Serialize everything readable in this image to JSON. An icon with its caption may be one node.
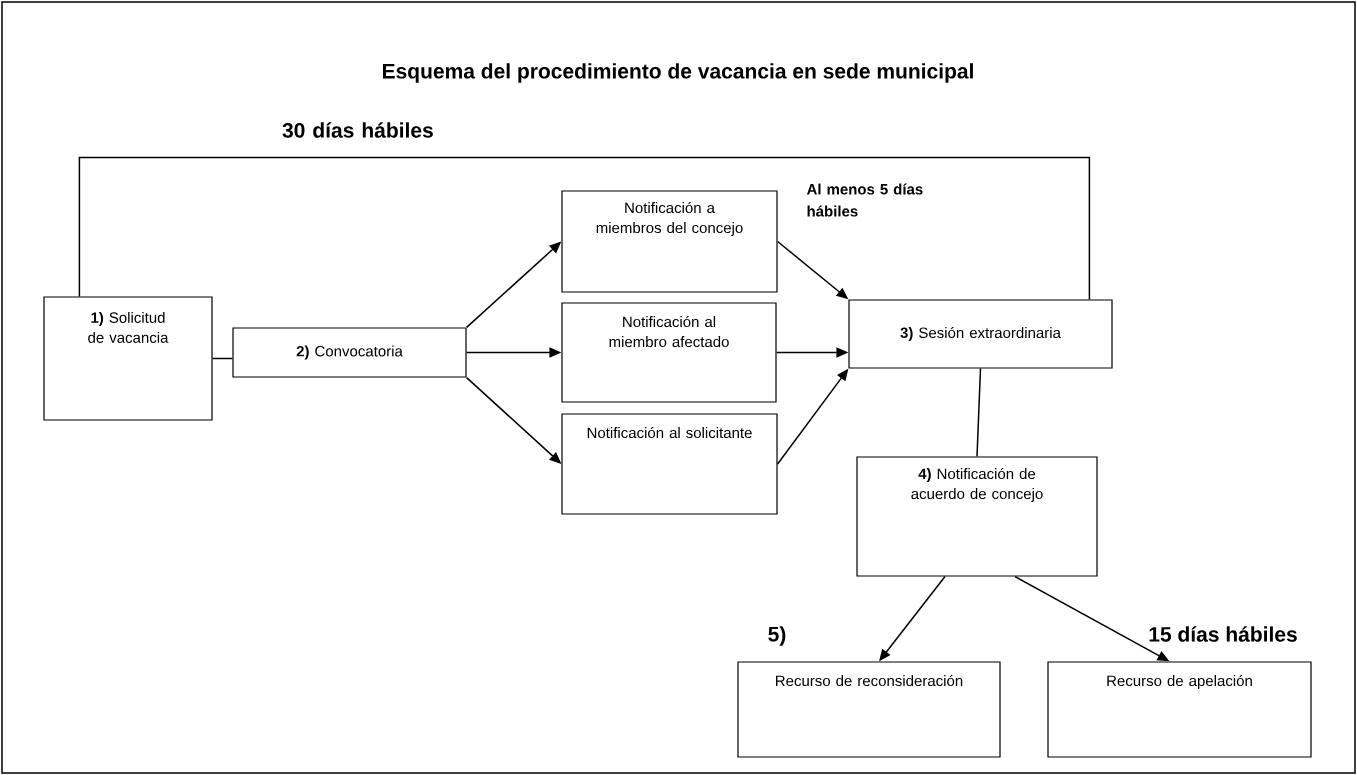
{
  "diagram": {
    "title": "Esquema del procedimiento de vacancia en sede municipal",
    "nodes": [
      {
        "text": [
          "**1)** Solicitud de vacancia"
        ]
      },
      {
        "text": [
          "**2)** Convocatoria"
        ]
      },
      {
        "text": [
          "Notificación a miembros del concejo"
        ]
      },
      {
        "text": [
          "Notificación al miembro afectado"
        ]
      },
      {
        "text": [
          "Notificación al solicitante"
        ]
      },
      {
        "text": [
          "**3)** Sesión extraordinaria"
        ]
      },
      {
        "text": [
          "**4)** Notificación de acuerdo de concejo"
        ]
      },
      {
        "text": [
          "Recurso de reconsideración"
        ]
      },
      {
        "text": [
          "Recurso de apelación"
        ]
      }
    ],
    "edges": [
      {
        "from": 0,
        "to": 1,
        "arrow": "none"
      },
      {
        "from": 1,
        "to": 2,
        "arrow": "to"
      },
      {
        "from": 1,
        "to": 3,
        "arrow": "to"
      },
      {
        "from": 1,
        "to": 4,
        "arrow": "to"
      },
      {
        "from": 2,
        "to": 5,
        "arrow": "to",
        "label": "Al menos 5 días hábiles"
      },
      {
        "from": 3,
        "to": 5,
        "arrow": "to"
      },
      {
        "from": 4,
        "to": 5,
        "arrow": "to"
      },
      {
        "from": 5,
        "to": 6,
        "arrow": "none"
      },
      {
        "from": 6,
        "to": 7,
        "arrow": "to"
      },
      {
        "from": 6,
        "to": 8,
        "arrow": "to"
      },
      {
        "from": 0,
        "to": 5,
        "arrow": "none",
        "label": "30 días hábiles"
      }
    ],
    "labels": [
      "5)",
      "15 días hábiles"
    ]
  }
}
